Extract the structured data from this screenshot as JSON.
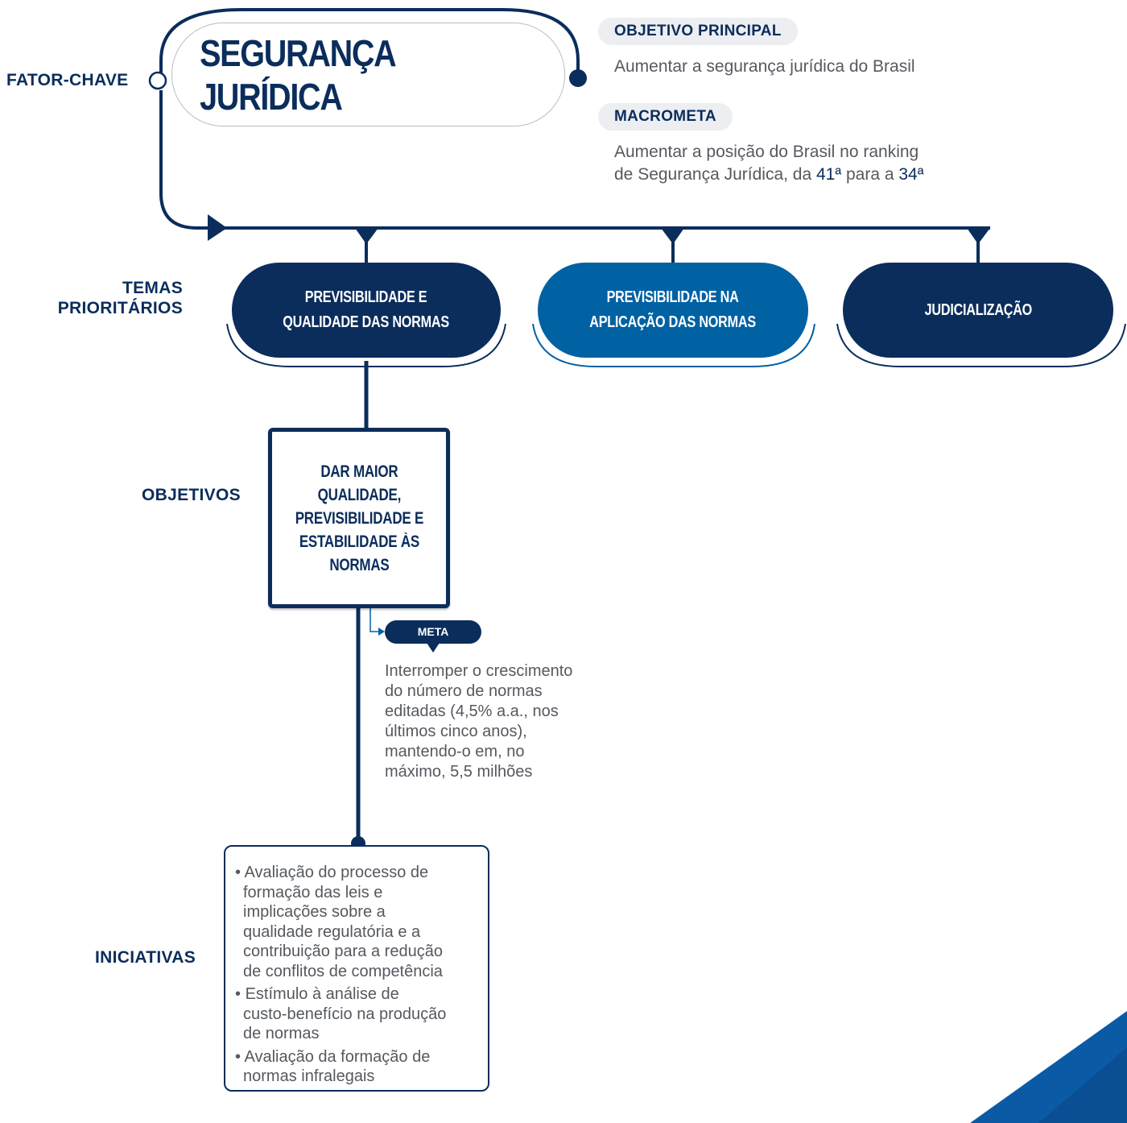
{
  "fator_chave": {
    "label": "FATOR-CHAVE",
    "title": "SEGURANÇA JURÍDICA"
  },
  "objetivo_principal": {
    "tag": "OBJETIVO PRINCIPAL",
    "text": "Aumentar a segurança jurídica do Brasil"
  },
  "macrometa": {
    "tag": "MACROMETA",
    "line1": "Aumentar a posição do Brasil no ranking",
    "line2_prefix": "de Segurança Jurídica, da ",
    "from_rank": "41ª",
    "middle": " para a ",
    "to_rank": "34ª"
  },
  "temas": {
    "label_line1": "TEMAS",
    "label_line2": "PRIORITÁRIOS",
    "items": [
      {
        "line1": "PREVISIBILIDADE E",
        "line2": "QUALIDADE DAS NORMAS"
      },
      {
        "line1": "PREVISIBILIDADE NA",
        "line2": "APLICAÇÃO DAS NORMAS"
      },
      {
        "line1": "JUDICIALIZAÇÃO",
        "line2": ""
      }
    ]
  },
  "objetivos": {
    "label": "OBJETIVOS",
    "lines": [
      "DAR MAIOR",
      "QUALIDADE,",
      "PREVISIBILIDADE E",
      "ESTABILIDADE ÀS",
      "NORMAS"
    ]
  },
  "meta": {
    "tag": "META",
    "lines": [
      "Interromper o crescimento",
      "do número de normas",
      "editadas (4,5% a.a., nos",
      "últimos cinco anos),",
      "mantendo-o em, no",
      "máximo, 5,5 milhões"
    ]
  },
  "iniciativas": {
    "label": "INICIATIVAS",
    "bullet": "•",
    "items": [
      [
        "Avaliação do processo de",
        "formação das leis e",
        "implicações sobre a",
        "qualidade regulatória e a",
        "contribuição para a redução",
        "de conflitos de competência"
      ],
      [
        "Estímulo à análise de",
        "custo-benefício na produção",
        "de normas"
      ],
      [
        "Avaliação da formação de",
        "normas infralegais"
      ]
    ]
  },
  "colors": {
    "navy": "#0b2d5c",
    "blue": "#0061a3",
    "gray_text": "#55595f",
    "tag_bg": "#eceef1"
  }
}
